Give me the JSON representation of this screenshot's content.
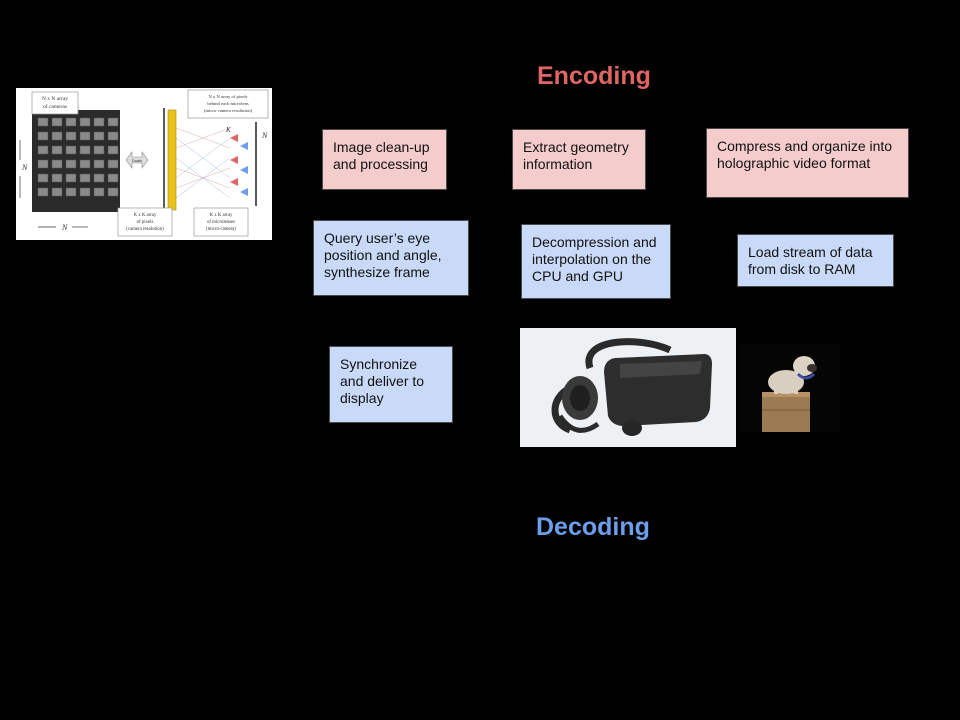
{
  "headings": {
    "encoding": "Encoding",
    "decoding": "Decoding"
  },
  "colors": {
    "encoding_text": "#e06666",
    "decoding_text": "#6d9eeb",
    "encoding_box": "#f4cccc",
    "decoding_box": "#c9daf8",
    "background": "#000000"
  },
  "camera_diagram": {
    "array_label": "N x N array\nof cameras",
    "pixels_label": "N x N array of pixels\nbehind each microlens\n(micro-camera resolution)",
    "optics_label": "Duals",
    "kk_pixels_label": "K x K array\nof pixels\n(camera resolution)",
    "kk_microlenses_label": "K x K array\nof microlenses\n(micro-camera)",
    "n_label": "N",
    "k_label": "K"
  },
  "encoding_steps": [
    "Image clean-up and processing",
    "Extract geometry information",
    "Compress and organize into holographic video format"
  ],
  "decoding_steps": [
    "Load stream of data from disk to RAM",
    "Decompression and interpolation on the CPU and GPU",
    "Query user’s eye position and angle, synthesize frame",
    "Synchronize and deliver to display"
  ],
  "images": [
    {
      "name": "light-field-camera-array-diagram"
    },
    {
      "name": "vr-headset-photo"
    },
    {
      "name": "dog-on-box-photo"
    }
  ]
}
